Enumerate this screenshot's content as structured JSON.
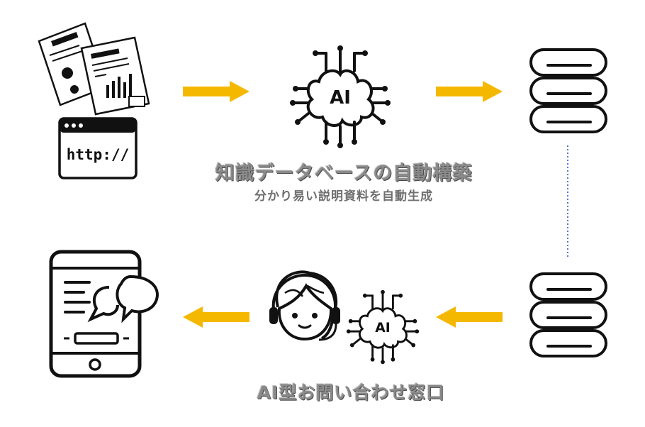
{
  "colors": {
    "arrow": "#f5b800",
    "connector": "#5577cc",
    "ink": "#111111",
    "caption": "#8a8a8a"
  },
  "icons": {
    "documents": "documents-with-charts-icon",
    "browser": "browser-window-icon",
    "ai_brain": "ai-brain-circuit-icon",
    "database": "database-stack-icon",
    "tablet": "tablet-chat-icon",
    "operator": "headset-operator-icon"
  },
  "browser": {
    "url_text": "http://"
  },
  "ai_chip": {
    "label": "AI"
  },
  "captions": {
    "main_title": "知識データベースの自動構築",
    "main_subtitle": "分かり易い説明資料を自動生成",
    "bottom_title": "AI型お問い合わせ窓口"
  }
}
